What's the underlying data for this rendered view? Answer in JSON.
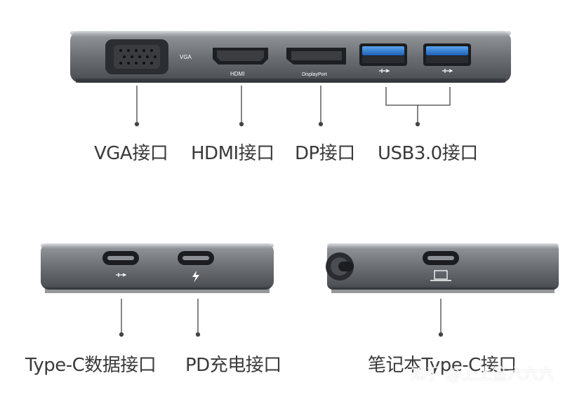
{
  "top_device": {
    "port_texts": {
      "vga": "VGA",
      "hdmi": "HDMI",
      "dp": "DisplayPort"
    }
  },
  "labels": {
    "vga": "VGA接口",
    "hdmi": "HDMI接口",
    "dp": "DP接口",
    "usb3": "USB3.0接口",
    "typec_data": "Type-C数据接口",
    "pd": "PD充电接口",
    "laptop_typec": "笔记本Type-C接口"
  },
  "watermark": "知乎 @上上签六六六",
  "colors": {
    "body_dark": "#5b5e63",
    "body_light": "#9ea2a7",
    "usb_blue": "#2f7fd6",
    "label_text": "#3a3a3a"
  }
}
